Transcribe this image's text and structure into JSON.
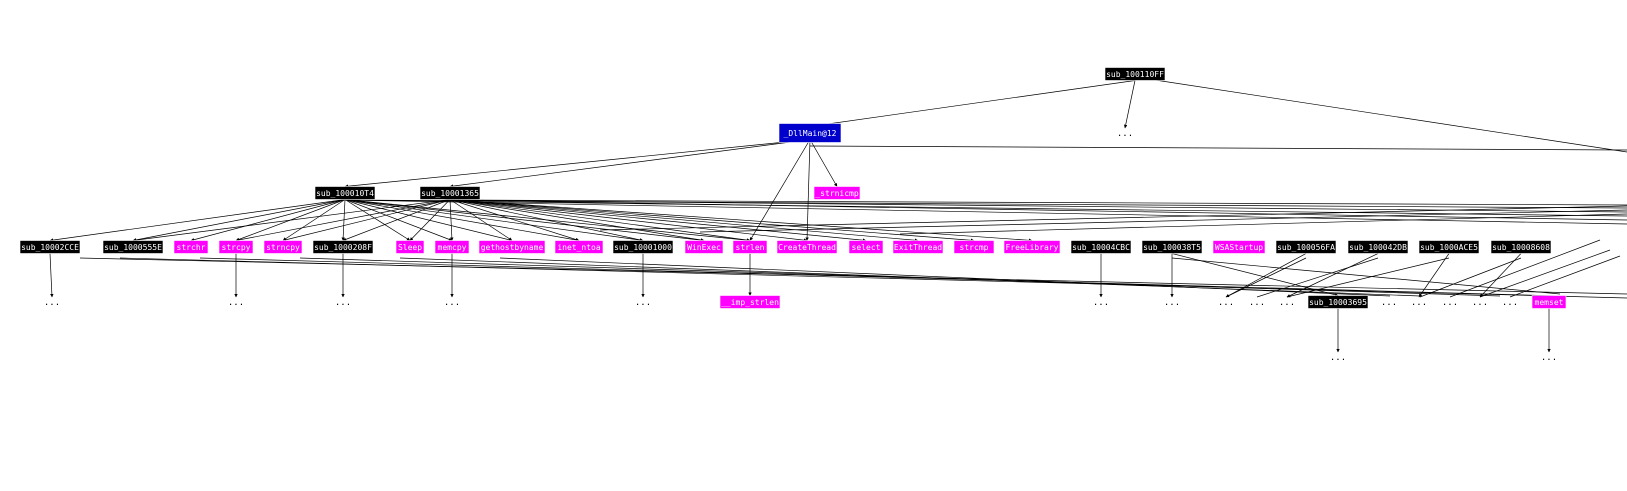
{
  "colors": {
    "function": "#000000",
    "import": "#ff00ff",
    "entry": "#0000cc",
    "entry_border": "#3333ff",
    "edge": "#000000",
    "node_text": "#ffffff"
  },
  "ellipsis": "...",
  "nodes": [
    {
      "id": "sub_100110FF",
      "label": "sub_100110FF",
      "kind": "function"
    },
    {
      "id": "dllmain",
      "label": "_DllMain@12",
      "kind": "entry"
    },
    {
      "id": "sub_100010T4",
      "label": "sub_100010T4",
      "kind": "function"
    },
    {
      "id": "sub_10001365",
      "label": "sub_10001365",
      "kind": "function"
    },
    {
      "id": "strnicmp",
      "label": "_strnicmp",
      "kind": "import"
    },
    {
      "id": "sub_10002CCE",
      "label": "sub_10002CCE",
      "kind": "function"
    },
    {
      "id": "sub_1000555E",
      "label": "sub_1000555E",
      "kind": "function"
    },
    {
      "id": "strchr",
      "label": "strchr",
      "kind": "import"
    },
    {
      "id": "strcpy",
      "label": "strcpy",
      "kind": "import"
    },
    {
      "id": "strncpy",
      "label": "strncpy",
      "kind": "import"
    },
    {
      "id": "sub_1000208F",
      "label": "sub_1000208F",
      "kind": "function"
    },
    {
      "id": "sleep",
      "label": "Sleep",
      "kind": "import"
    },
    {
      "id": "memcpy",
      "label": "memcpy",
      "kind": "import"
    },
    {
      "id": "gethostbyname",
      "label": "gethostbyname",
      "kind": "import"
    },
    {
      "id": "inet_ntoa",
      "label": "inet_ntoa",
      "kind": "import"
    },
    {
      "id": "sub_10001000",
      "label": "sub_10001000",
      "kind": "function"
    },
    {
      "id": "winexec",
      "label": "WinExec",
      "kind": "import"
    },
    {
      "id": "strlen",
      "label": "strlen",
      "kind": "import"
    },
    {
      "id": "createthread",
      "label": "CreateThread",
      "kind": "import"
    },
    {
      "id": "select",
      "label": "select",
      "kind": "import"
    },
    {
      "id": "exitthread",
      "label": "ExitThread",
      "kind": "import"
    },
    {
      "id": "strcmp",
      "label": "strcmp",
      "kind": "import"
    },
    {
      "id": "freelibrary",
      "label": "FreeLibrary",
      "kind": "import"
    },
    {
      "id": "sub_10004CBC",
      "label": "sub_10004CBC",
      "kind": "function"
    },
    {
      "id": "sub_100038T5",
      "label": "sub_100038T5",
      "kind": "function"
    },
    {
      "id": "wsastartup",
      "label": "WSAStartup",
      "kind": "import"
    },
    {
      "id": "sub_100056FA",
      "label": "sub_100056FA",
      "kind": "function"
    },
    {
      "id": "sub_100042DB",
      "label": "sub_100042DB",
      "kind": "function"
    },
    {
      "id": "sub_1000ACE5",
      "label": "sub_1000ACE5",
      "kind": "function"
    },
    {
      "id": "sub_10008608",
      "label": "sub_10008608",
      "kind": "function"
    },
    {
      "id": "imp_strlen",
      "label": "__imp_strlen",
      "kind": "import"
    },
    {
      "id": "sub_10003695",
      "label": "sub_10003695",
      "kind": "function"
    },
    {
      "id": "memset",
      "label": "memset",
      "kind": "import"
    }
  ],
  "edges": [
    [
      "sub_100110FF",
      "dllmain"
    ],
    [
      "sub_100110FF",
      "ell_top"
    ],
    [
      "dllmain",
      "sub_100010T4"
    ],
    [
      "dllmain",
      "sub_10001365"
    ],
    [
      "dllmain",
      "strnicmp"
    ],
    [
      "dllmain",
      "strlen"
    ],
    [
      "dllmain",
      "createthread"
    ],
    [
      "sub_100010T4",
      "sub_10002CCE"
    ],
    [
      "sub_100010T4",
      "sub_1000555E"
    ],
    [
      "sub_100010T4",
      "strchr"
    ],
    [
      "sub_100010T4",
      "strcpy"
    ],
    [
      "sub_100010T4",
      "strncpy"
    ],
    [
      "sub_100010T4",
      "sub_1000208F"
    ],
    [
      "sub_100010T4",
      "sleep"
    ],
    [
      "sub_100010T4",
      "memcpy"
    ],
    [
      "sub_100010T4",
      "gethostbyname"
    ],
    [
      "sub_100010T4",
      "inet_ntoa"
    ],
    [
      "sub_100010T4",
      "sub_10001000"
    ],
    [
      "sub_100010T4",
      "winexec"
    ],
    [
      "sub_100010T4",
      "strlen"
    ],
    [
      "sub_10001365",
      "sub_1000555E"
    ],
    [
      "sub_10001365",
      "strcpy"
    ],
    [
      "sub_10001365",
      "strncpy"
    ],
    [
      "sub_10001365",
      "sub_1000208F"
    ],
    [
      "sub_10001365",
      "sleep"
    ],
    [
      "sub_10001365",
      "memcpy"
    ],
    [
      "sub_10001365",
      "gethostbyname"
    ],
    [
      "sub_10001365",
      "inet_ntoa"
    ],
    [
      "sub_10001365",
      "sub_10001000"
    ],
    [
      "sub_10001365",
      "winexec"
    ],
    [
      "sub_10001365",
      "strlen"
    ],
    [
      "sub_10001365",
      "createthread"
    ],
    [
      "sub_10001365",
      "select"
    ],
    [
      "sub_10001365",
      "exitthread"
    ],
    [
      "sub_10001365",
      "strcmp"
    ],
    [
      "sub_10001365",
      "freelibrary"
    ],
    [
      "sub_10002CCE",
      "ell_1"
    ],
    [
      "strcpy",
      "ell_2"
    ],
    [
      "sub_1000208F",
      "ell_3"
    ],
    [
      "memcpy",
      "ell_4"
    ],
    [
      "sub_10001000",
      "ell_5"
    ],
    [
      "strlen",
      "imp_strlen"
    ],
    [
      "sub_10004CBC",
      "ell_6"
    ],
    [
      "sub_100038T5",
      "ell_7"
    ],
    [
      "sub_100038T5",
      "sub_10003695"
    ],
    [
      "sub_100056FA",
      "ell_8"
    ],
    [
      "sub_100042DB",
      "ell_10"
    ],
    [
      "sub_1000ACE5",
      "ell_12"
    ],
    [
      "sub_10008608",
      "ell_14"
    ],
    [
      "sub_10003695",
      "ell_18"
    ],
    [
      "memset",
      "ell_19"
    ]
  ]
}
